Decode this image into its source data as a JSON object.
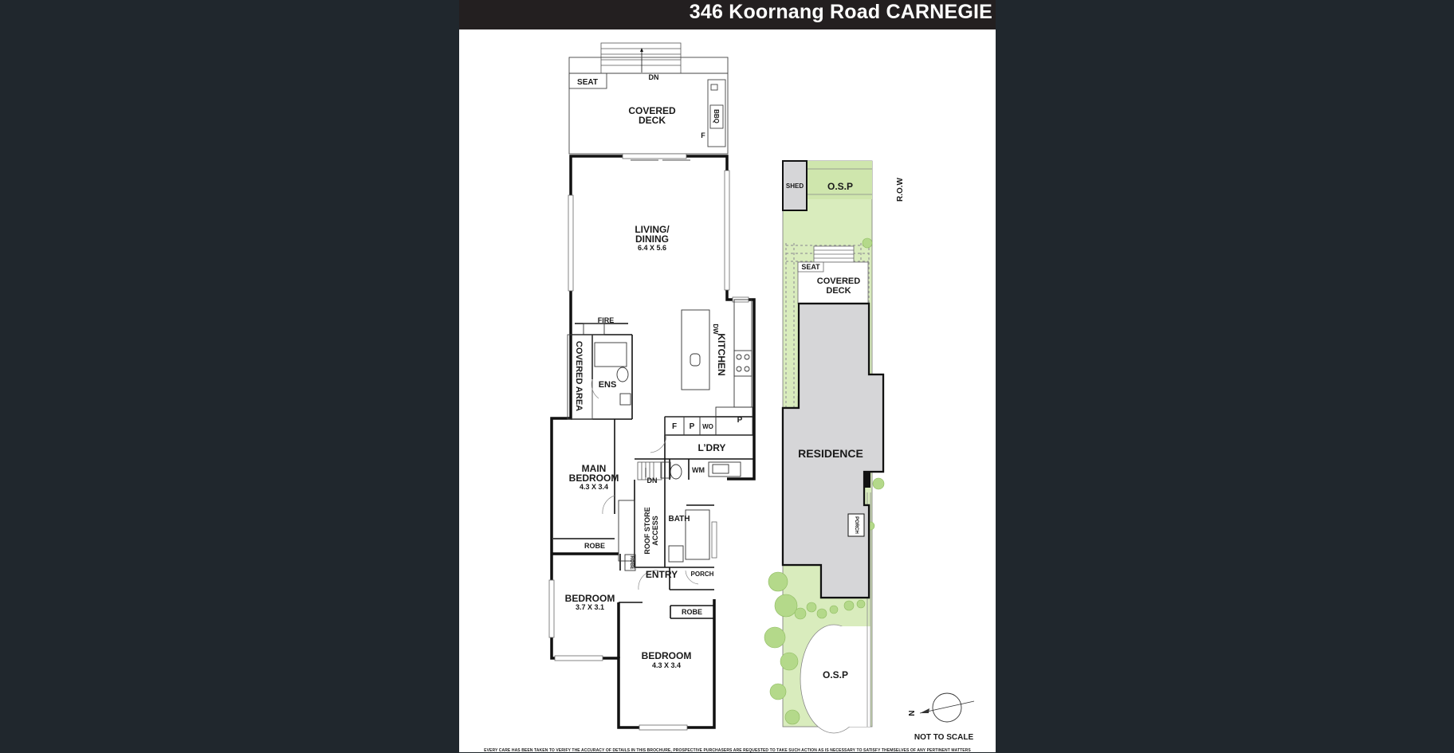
{
  "header": {
    "address": "346 Koornang Road CARNEGIE"
  },
  "floor_plan": {
    "rooms": {
      "covered_deck": "COVERED\nDECK",
      "seat": "SEAT",
      "dn_top": "DN",
      "bbq": "BBQ",
      "f_deck": "F",
      "living": "LIVING/\nDINING",
      "living_dim": "6.4 X 5.6",
      "fire": "FIRE",
      "kitchen": "KITCHEN",
      "dw": "DW",
      "covered_area": "COVERED AREA",
      "ens": "ENS",
      "f_kitchen": "F",
      "p1": "P",
      "wo": "WO",
      "p2": "P",
      "laundry": "L’DRY",
      "wm": "WM",
      "dn_mid": "DN",
      "main_bedroom": "MAIN\nBEDROOM",
      "main_bedroom_dim": "4.3 X 3.4",
      "roof_store": "ROOF STORE\nACCESS",
      "bath": "BATH",
      "robe_main": "ROBE",
      "robe_small": "ROBE",
      "entry": "ENTRY",
      "porch": "PORCH",
      "bedroom2": "BEDROOM",
      "bedroom2_dim": "3.7 X 3.1",
      "robe3": "ROBE",
      "bedroom3": "BEDROOM",
      "bedroom3_dim": "4.3 X 3.4"
    }
  },
  "site_plan": {
    "shed": "SHED",
    "osp_top": "O.S.P",
    "row": "R.O.W",
    "seat": "SEAT",
    "covered_deck": "COVERED\nDECK",
    "residence": "RESIDENCE",
    "porch": "PORCH",
    "osp_bottom": "O.S.P"
  },
  "compass": {
    "north": "N"
  },
  "scale_note": "NOT TO SCALE",
  "disclaimer": "EVERY CARE HAS BEEN TAKEN TO VERIFY THE ACCURACY OF DETAILS IN THIS BROCHURE, PROSPECTIVE PURCHASERS ARE REQUESTED TO TAKE SUCH ACTION AS IS NECESSARY TO SATISFY THEMSELVES OF ANY PERTINENT MATTERS",
  "colors": {
    "background": "#20272d",
    "sheet": "#ffffff",
    "header": "#231f20",
    "wall": "#111111",
    "residence_fill": "#d6d6d8",
    "lawn": "#cfe8a8",
    "tree": "#b4d98a"
  }
}
